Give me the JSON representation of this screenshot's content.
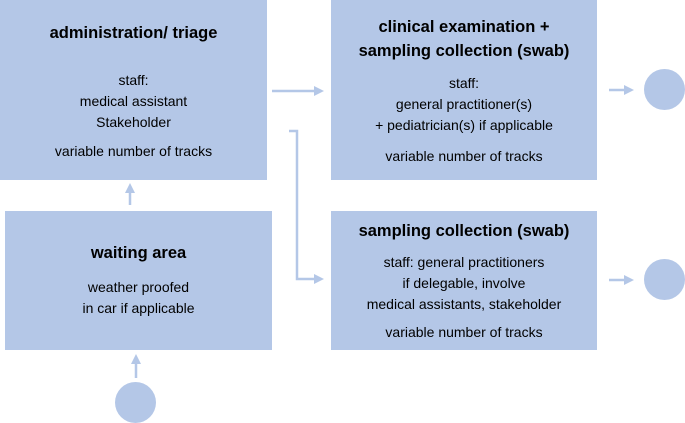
{
  "colors": {
    "box_fill": "#b4c7e7",
    "arrow": "#b4c7e7",
    "circle": "#b4c7e7"
  },
  "boxes": {
    "admin": {
      "title": "administration/ triage",
      "staff_label": "staff:",
      "staff_lines": [
        "medical assistant",
        "Stakeholder"
      ],
      "tracks": "variable number of tracks"
    },
    "clinical": {
      "title_lines": [
        "clinical examination +",
        "sampling collection (swab)"
      ],
      "staff_label": "staff:",
      "staff_lines": [
        "general practitioner(s)",
        "+ pediatrician(s) if applicable"
      ],
      "tracks": "variable number of tracks"
    },
    "waiting": {
      "title": "waiting area",
      "lines": [
        "weather proofed",
        "in car if applicable"
      ]
    },
    "sampling": {
      "title": "sampling collection (swab)",
      "lines": [
        "staff: general practitioners",
        "if delegable, involve",
        "medical assistants, stakeholder"
      ],
      "tracks": "variable number of tracks"
    }
  }
}
